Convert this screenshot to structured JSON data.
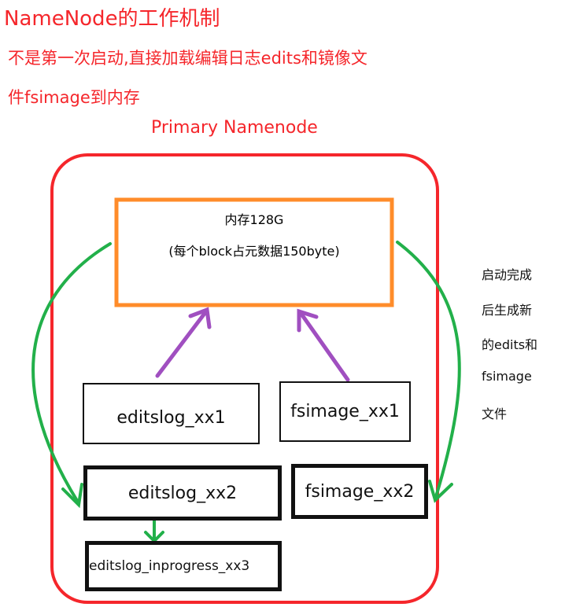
{
  "title": "NameNode的工作机制",
  "subtitle_line1": "不是第一次启动,直接加载编辑日志edits和镜像文",
  "subtitle_line2": "件fsimage到内存",
  "container_label": "Primary Namenode",
  "memory": {
    "line1": "内存128G",
    "line2": "(每个block占元数据150byte)"
  },
  "boxes": {
    "editslog_xx1": "editslog_xx1",
    "fsimage_xx1": "fsimage_xx1",
    "editslog_xx2": "editslog_xx2",
    "fsimage_xx2": "fsimage_xx2",
    "editslog_inprogress": "editslog_inprogress_xx3"
  },
  "side_note": [
    "启动完成",
    "后生成新",
    "的edits和",
    "fsimage",
    "文件"
  ],
  "colors": {
    "red": "#f5262b",
    "orange": "#ff8c2a",
    "green": "#22b04a",
    "purple": "#a04fc0"
  }
}
